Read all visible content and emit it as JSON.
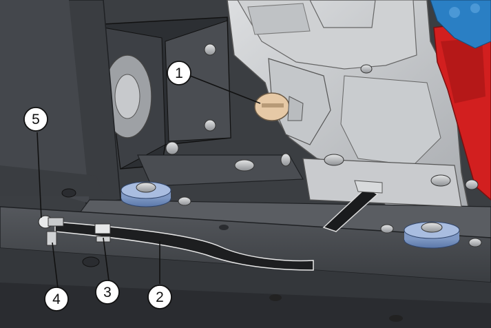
{
  "callouts": [
    {
      "id": "1",
      "label": "1",
      "part": "drain-plug"
    },
    {
      "id": "2",
      "label": "2",
      "part": "drain-hose"
    },
    {
      "id": "3",
      "label": "3",
      "part": "hose-clamp"
    },
    {
      "id": "4",
      "label": "4",
      "part": "hose-clip"
    },
    {
      "id": "5",
      "label": "5",
      "part": "drain-valve"
    }
  ],
  "colors": {
    "frame": "#4a4d52",
    "frame_dark": "#2f3236",
    "engine": "#b9bcbf",
    "engine_light": "#d6d8da",
    "red_part": "#d21f1f",
    "blue_part": "#2a7fc4",
    "plug": "#e6c9a6",
    "callout_fill": "#ffffff",
    "callout_stroke": "#111111"
  }
}
